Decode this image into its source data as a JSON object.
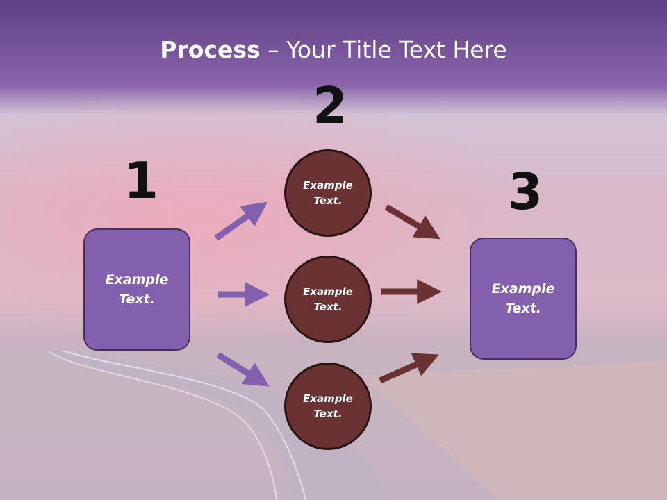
{
  "slide": {
    "title_bold": "Process",
    "title_rest": " – Your Title Text Here"
  },
  "numbers": {
    "one": "1",
    "two": "2",
    "three": "3"
  },
  "left_box": {
    "text": "Example\nText."
  },
  "circles": [
    {
      "text": "Example\nText."
    },
    {
      "text": "Example\nText."
    },
    {
      "text": "Example\nText."
    }
  ],
  "right_box": {
    "text": "Example\nText."
  },
  "colors": {
    "header": "#7f5aa6",
    "box_fill": "#8360ad",
    "circle_fill": "#6a3233",
    "left_arrows": "#8360ad",
    "right_arrows": "#6a3233"
  }
}
